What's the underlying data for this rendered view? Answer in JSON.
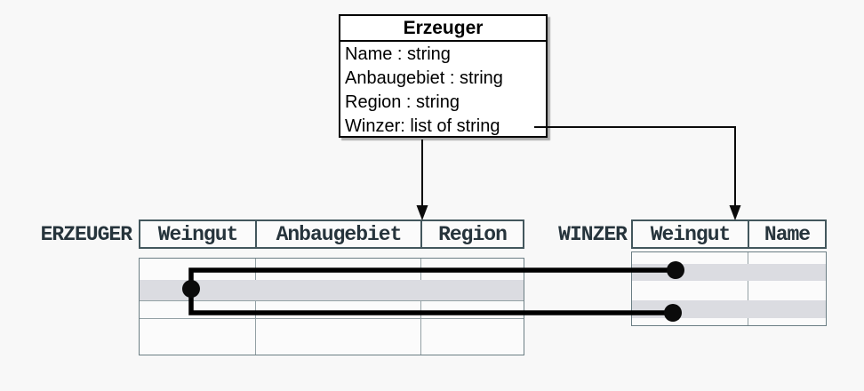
{
  "diagram": {
    "class_box": {
      "title": "Erzeuger",
      "attributes": [
        "Name : string",
        "Anbaugebiet : string",
        "Region : string",
        "Winzer: list of string"
      ]
    },
    "erzeuger_table": {
      "label": "ERZEUGER",
      "columns": [
        "Weingut",
        "Anbaugebiet",
        "Region"
      ],
      "shaded_row_index": 2,
      "row_count": 4
    },
    "winzer_table": {
      "label": "WINZER",
      "columns": [
        "Weingut",
        "Name"
      ],
      "shaded_row_indices": [
        1,
        3
      ],
      "row_count": 4
    },
    "links": {
      "arrow_1": "Erzeuger class to ERZEUGER table header",
      "arrow_2": "Winzer attribute to WINZER table header",
      "row_link": "ERZEUGER shaded row to two WINZER shaded rows"
    }
  },
  "colors": {
    "background": "#f8f8f8",
    "class_box_border": "#000000",
    "header_border": "#43575d",
    "body_border": "#6b7e84",
    "grid_line": "#93a0a4",
    "row_shade": "#dbdce1",
    "label_text": "#26343c",
    "connector": "#000000"
  }
}
